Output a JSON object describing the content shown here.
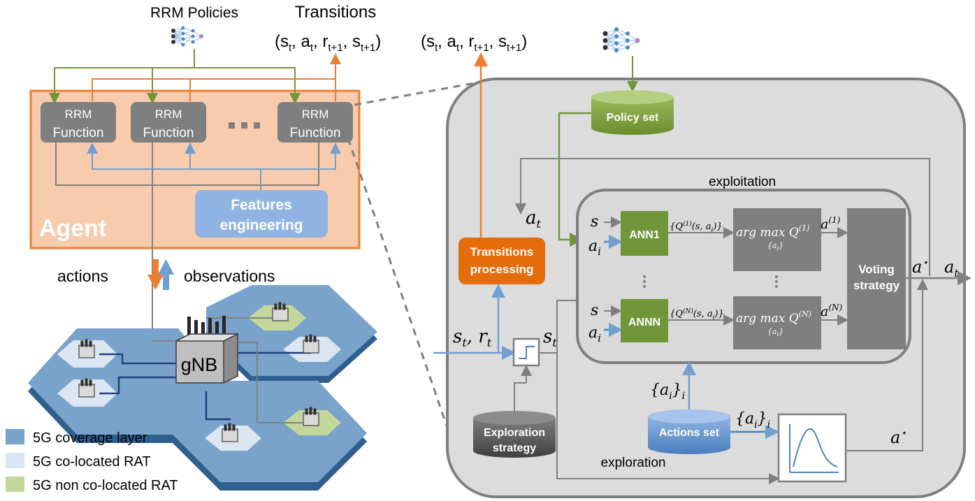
{
  "top": {
    "rrm_policies": "RRM Policies",
    "transitions": "Transitions",
    "tuple_left": "(s",
    "tuple_right": "(s"
  },
  "agent": {
    "label": "Agent",
    "rrm_function_line1": "RRM",
    "rrm_function_line2": "Function",
    "ellipsis": "...",
    "features_line1": "Features",
    "features_line2": "engineering"
  },
  "network": {
    "actions": "actions",
    "observations": "observations",
    "gnb": "gNB"
  },
  "legend": [
    {
      "label": "5G coverage layer",
      "color": "#7aa3cc"
    },
    {
      "label": "5G co-located RAT",
      "color": "#dce6f2"
    },
    {
      "label": "5G non co-located RAT",
      "color": "#c3d69b"
    }
  ],
  "detail": {
    "policy_set": "Policy set",
    "exploitation": "exploitation",
    "exploration": "exploration",
    "transitions_processing_line1": "Transitions",
    "transitions_processing_line2": "processing",
    "ann1": "ANN1",
    "annN": "ANNN",
    "voting_line1": "Voting",
    "voting_line2": "strategy",
    "exploration_strategy_line1": "Exploration",
    "exploration_strategy_line2": "strategy",
    "actions_set": "Actions set"
  },
  "colors": {
    "orange": "#ed7d31",
    "agent_fill": "#f8cbad",
    "green": "#70963a",
    "blue_arrow": "#6fa0d0",
    "gray_box": "#7f7f7f",
    "panel": "#dcdcdc"
  }
}
